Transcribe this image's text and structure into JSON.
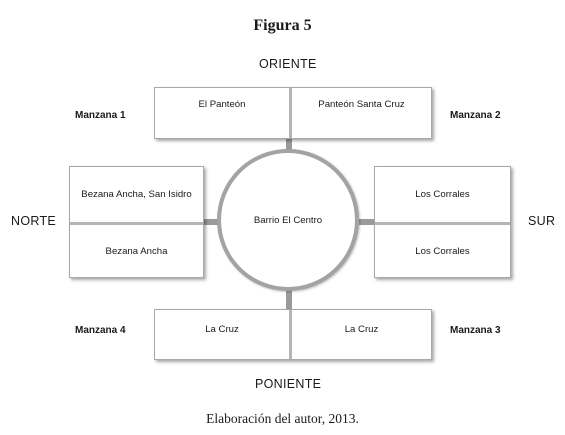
{
  "figure_title": "Figura 5",
  "caption": "Elaboración del autor, 2013.",
  "directions": {
    "top": "ORIENTE",
    "bottom": "PONIENTE",
    "left": "NORTE",
    "right": "SUR"
  },
  "manzanas": {
    "m1": "Manzana 1",
    "m2": "Manzana 2",
    "m3": "Manzana 3",
    "m4": "Manzana 4"
  },
  "center": "Barrio El Centro",
  "top_box": [
    "El Panteón",
    "Panteón Santa Cruz"
  ],
  "bottom_box": [
    "La Cruz",
    "La Cruz"
  ],
  "left_box": [
    "Bezana Ancha, San Isidro",
    "Bezana Ancha"
  ],
  "right_box": [
    "Los Corrales",
    "Los Corrales"
  ]
}
